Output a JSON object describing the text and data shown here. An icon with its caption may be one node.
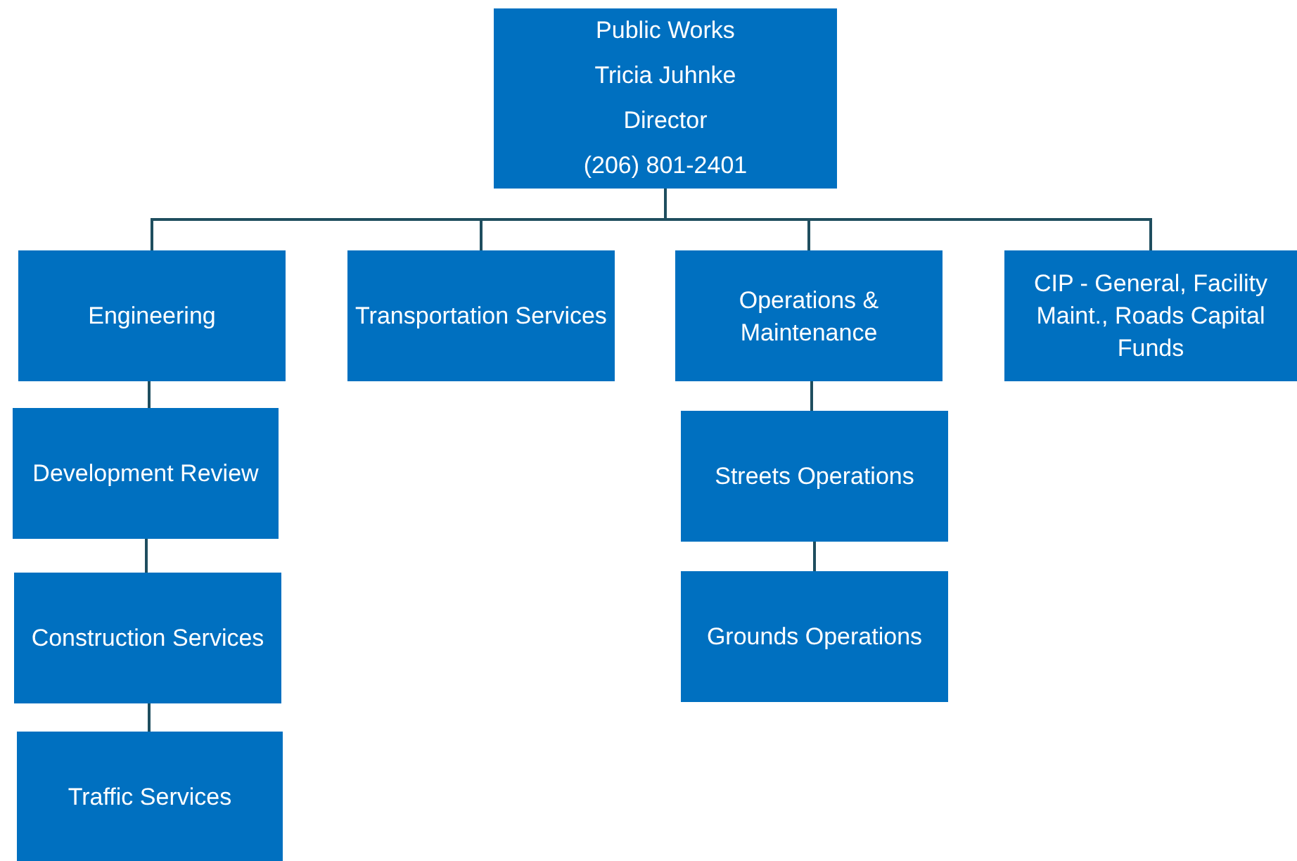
{
  "diagram": {
    "nodes": [
      {
        "text": [
          "Public Works",
          "Tricia Juhnke",
          "Director",
          "(206) 801-2401"
        ]
      },
      {
        "text": [
          "Engineering"
        ]
      },
      {
        "text": [
          "Transportation Services"
        ]
      },
      {
        "text": [
          "Operations & Maintenance"
        ]
      },
      {
        "text": [
          "CIP - General, Facility Maint., Roads Capital Funds"
        ]
      },
      {
        "text": [
          "Development Review"
        ]
      },
      {
        "text": [
          "Construction Services"
        ]
      },
      {
        "text": [
          "Traffic Services"
        ]
      },
      {
        "text": [
          "Streets Operations"
        ]
      },
      {
        "text": [
          "Grounds Operations"
        ]
      }
    ],
    "edges": [
      {
        "from": 0,
        "to": 1,
        "arrow": "none"
      },
      {
        "from": 0,
        "to": 2,
        "arrow": "none"
      },
      {
        "from": 0,
        "to": 3,
        "arrow": "none"
      },
      {
        "from": 0,
        "to": 4,
        "arrow": "none"
      },
      {
        "from": 1,
        "to": 5,
        "arrow": "none"
      },
      {
        "from": 5,
        "to": 6,
        "arrow": "none"
      },
      {
        "from": 6,
        "to": 7,
        "arrow": "none"
      },
      {
        "from": 3,
        "to": 8,
        "arrow": "none"
      },
      {
        "from": 8,
        "to": 9,
        "arrow": "none"
      }
    ]
  }
}
